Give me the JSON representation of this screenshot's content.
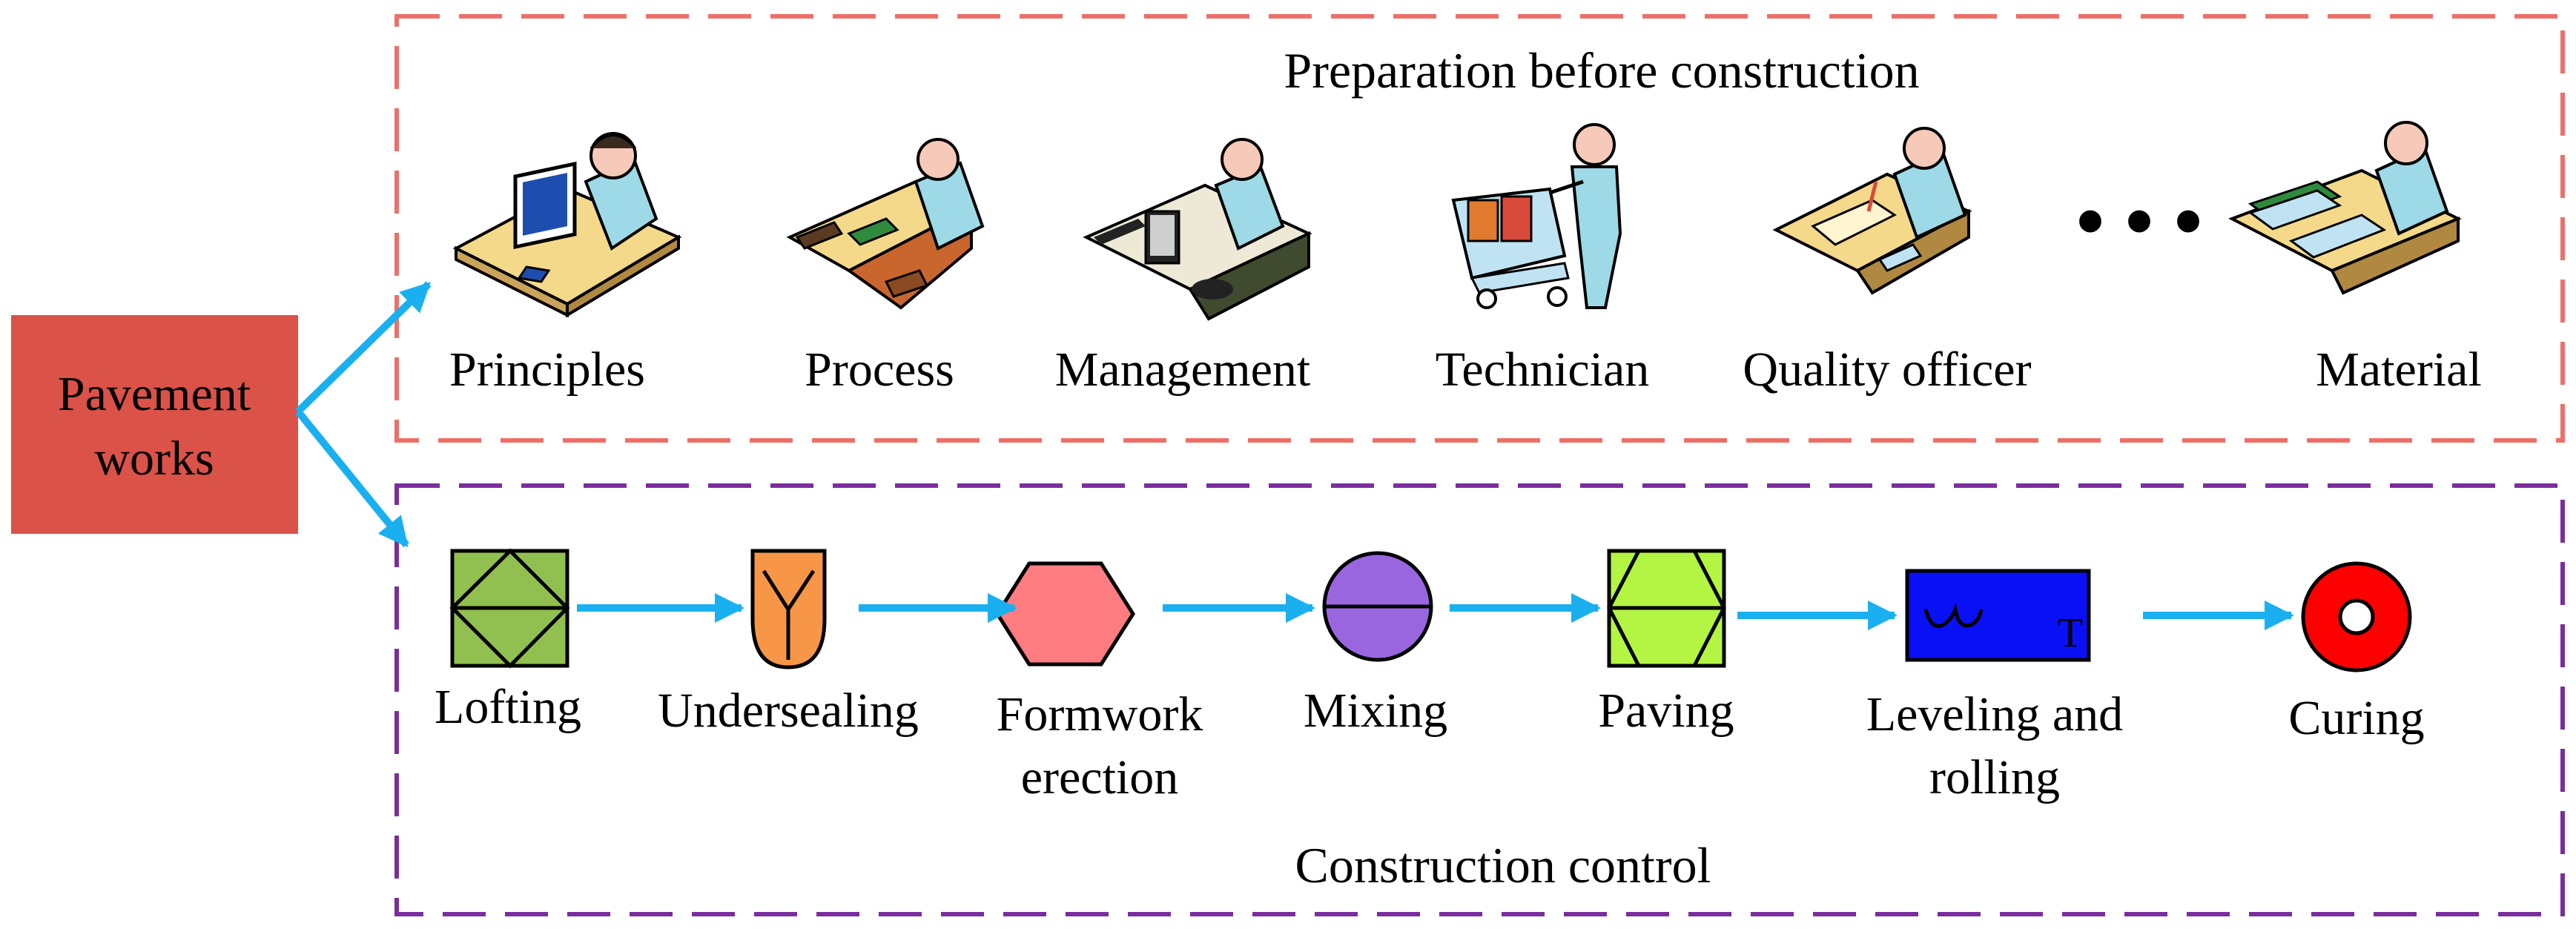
{
  "source": {
    "label_line1": "Pavement",
    "label_line2": "works",
    "color": "#DA5248"
  },
  "preparation": {
    "title": "Preparation before construction",
    "border_color": "#EE6F68",
    "ellipsis": "• • •",
    "items": [
      {
        "label": "Principles",
        "icon": "person-at-computer-icon"
      },
      {
        "label": "Process",
        "icon": "person-at-desk-with-documents-icon"
      },
      {
        "label": "Management",
        "icon": "person-at-workstation-icon"
      },
      {
        "label": "Technician",
        "icon": "person-pushing-cart-icon"
      },
      {
        "label": "Quality officer",
        "icon": "person-writing-at-desk-icon"
      },
      {
        "label": "Material",
        "icon": "person-with-stacked-materials-icon"
      }
    ]
  },
  "construction": {
    "title": "Construction control",
    "border_color": "#7B2D9E",
    "steps": [
      {
        "label_line1": "Lofting",
        "label_line2": "",
        "shape": "square-diamond",
        "color": "#92C050"
      },
      {
        "label_line1": "Undersealing",
        "label_line2": "",
        "shape": "shield-y",
        "color": "#F79646"
      },
      {
        "label_line1": "Formwork",
        "label_line2": "erection",
        "shape": "hexagon",
        "color": "#FF7C80"
      },
      {
        "label_line1": "Mixing",
        "label_line2": "",
        "shape": "circle-bar",
        "color": "#9966E0"
      },
      {
        "label_line1": "Paving",
        "label_line2": "",
        "shape": "square-hexagon",
        "color": "#B3F542"
      },
      {
        "label_line1": "Leveling and",
        "label_line2": "rolling",
        "shape": "roller-rect",
        "color": "#0A10F5",
        "glyph": "T"
      },
      {
        "label_line1": "Curing",
        "label_line2": "",
        "shape": "ring",
        "color": "#FF0000"
      }
    ]
  },
  "arrow_color": "#1AB0F0"
}
